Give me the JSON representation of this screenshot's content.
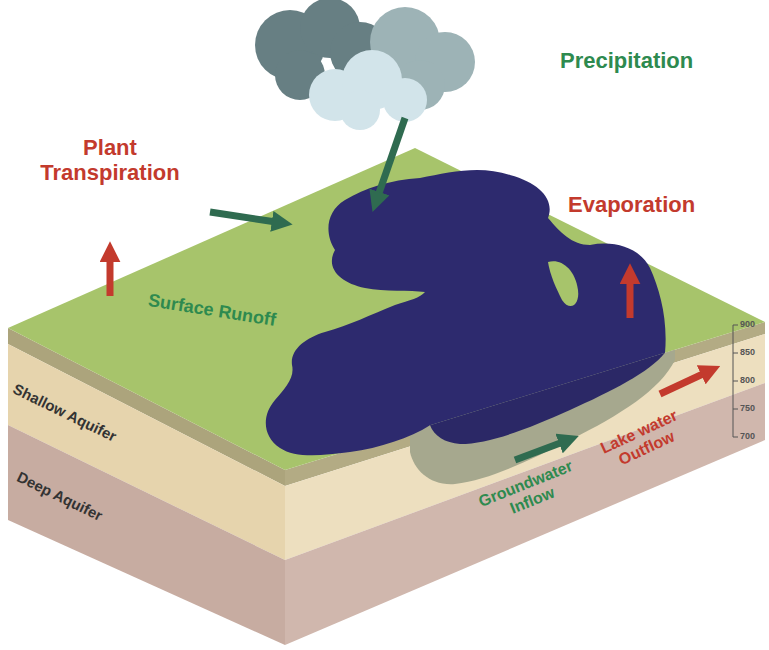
{
  "diagram": {
    "labels": [
      "Precipitation",
      "Plant Transpiration",
      "Evaporation",
      "Surface Runoff",
      "Shallow Aquifer",
      "Deep Aquifer",
      "Groundwater Inflow",
      "Lake water Outflow",
      "900",
      "850",
      "800",
      "750",
      "700"
    ]
  }
}
